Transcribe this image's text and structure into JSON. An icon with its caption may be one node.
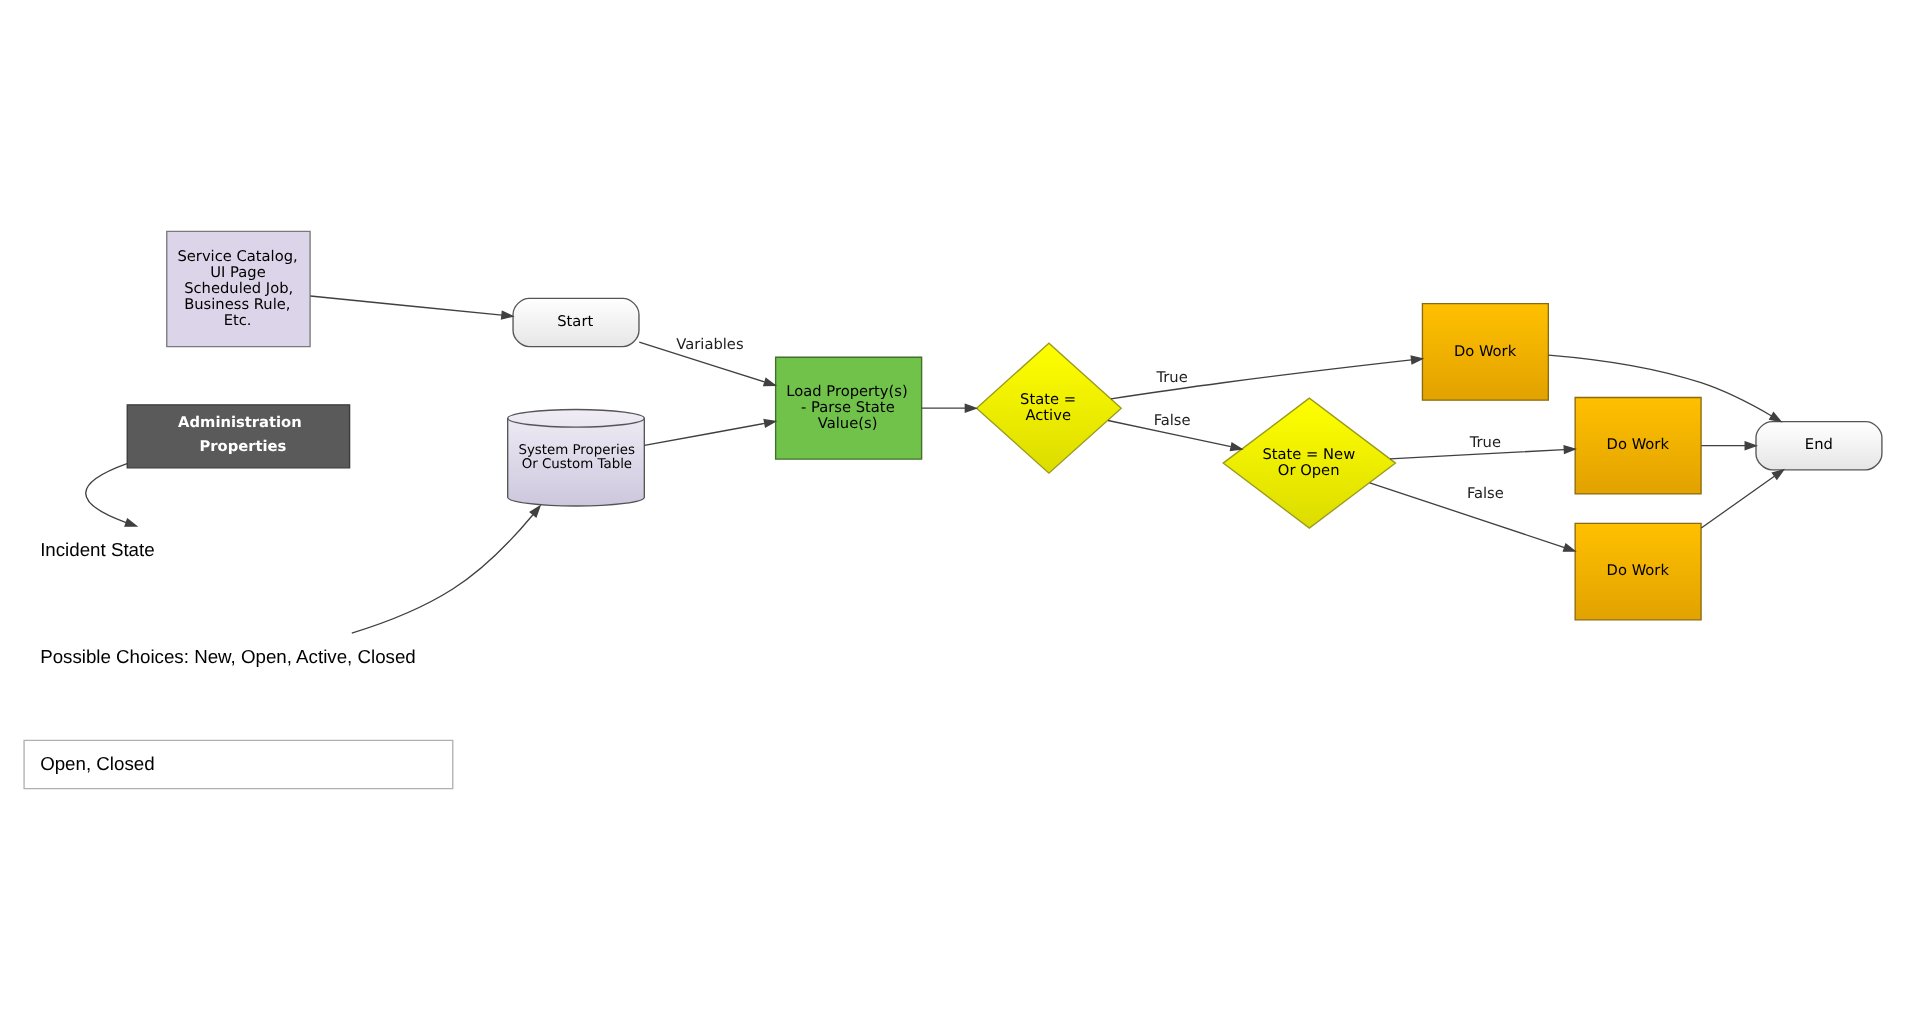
{
  "diagram": {
    "nodes": [
      {
        "text": [
          "Service Catalog, UI Page Scheduled Job, Business Rule, Etc."
        ]
      },
      {
        "text": [
          "Start"
        ]
      },
      {
        "text": [
          "Load Property(s) - Parse State Value(s)"
        ]
      },
      {
        "text": [
          "State = Active"
        ]
      },
      {
        "text": [
          "Do Work"
        ]
      },
      {
        "text": [
          "Administration",
          "Properties"
        ]
      },
      {
        "text": [
          "State = New Or Open"
        ]
      },
      {
        "text": [
          "System Properies Or Custom Table"
        ]
      },
      {
        "text": [
          "Do Work"
        ]
      },
      {
        "text": [
          "Incident State"
        ]
      },
      {
        "text": [
          "Possible Choices: New, Open, Active, Closed"
        ]
      },
      {
        "text": [
          "Do Work"
        ]
      },
      {
        "text": [
          "End"
        ]
      },
      {
        "text": [
          "Open, Closed"
        ]
      }
    ],
    "edges": [
      {
        "from": 0,
        "to": 1,
        "arrow": "to"
      },
      {
        "from": 1,
        "to": 2,
        "arrow": "to",
        "label": "Variables"
      },
      {
        "from": 7,
        "to": 2,
        "arrow": "to"
      },
      {
        "from": 2,
        "to": 3,
        "arrow": "to"
      },
      {
        "from": 3,
        "to": 4,
        "arrow": "to",
        "label": "True"
      },
      {
        "from": 3,
        "to": 6,
        "arrow": "to",
        "label": "False"
      },
      {
        "from": 6,
        "to": 8,
        "arrow": "to",
        "label": "True"
      },
      {
        "from": 6,
        "to": 11,
        "arrow": "to",
        "label": "False"
      },
      {
        "from": 4,
        "to": 12,
        "arrow": "to"
      },
      {
        "from": 8,
        "to": 12,
        "arrow": "to"
      },
      {
        "from": 11,
        "to": 12,
        "arrow": "to"
      },
      {
        "from": 5,
        "to": 9,
        "arrow": "to"
      },
      {
        "from": 10,
        "to": 7,
        "arrow": "to"
      }
    ]
  }
}
